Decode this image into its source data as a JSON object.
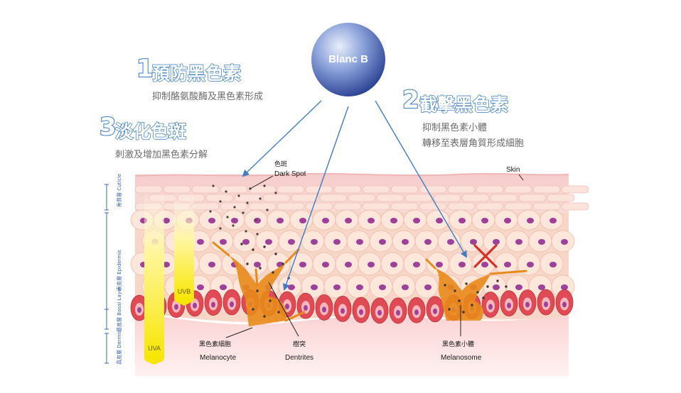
{
  "ingredient": {
    "name": "Blanc B"
  },
  "steps": [
    {
      "number": "1",
      "title": "預防黑色素",
      "lines": [
        "抑制酪氨酸酶及黑色素形成"
      ]
    },
    {
      "number": "2",
      "title": "截擊黑色素",
      "lines": [
        "抑制黑色素小體",
        "轉移至表層角質形成細胞"
      ]
    },
    {
      "number": "3",
      "title": "淡化色斑",
      "lines": [
        "刺激及增加黑色素分解"
      ]
    }
  ],
  "labels": {
    "dark_spot_zh": "色斑",
    "dark_spot_en": "Dark Spot",
    "skin": "Skin",
    "melanocyte_zh": "黑色素細胞",
    "melanocyte_en": "Melanocyte",
    "dentrites_zh": "樹突",
    "dentrites_en": "Dentrites",
    "melanosome_zh": "黑色素小體",
    "melanosome_en": "Melanosome",
    "uvb": "UVB",
    "uva": "UVA"
  },
  "layers": {
    "cuticle": "角質層 Cuticle",
    "epidermis": "表皮層 Epidermis",
    "basal": "基底層 Basal Layer",
    "dermis": "真皮層 Dermis"
  },
  "colors": {
    "accent_blue": "#4a86c6",
    "melanin_orange": "#e88a1a",
    "basal_red": "#e04a55",
    "nucleus_purple": "#a0409a",
    "cross_red": "#d63028"
  }
}
